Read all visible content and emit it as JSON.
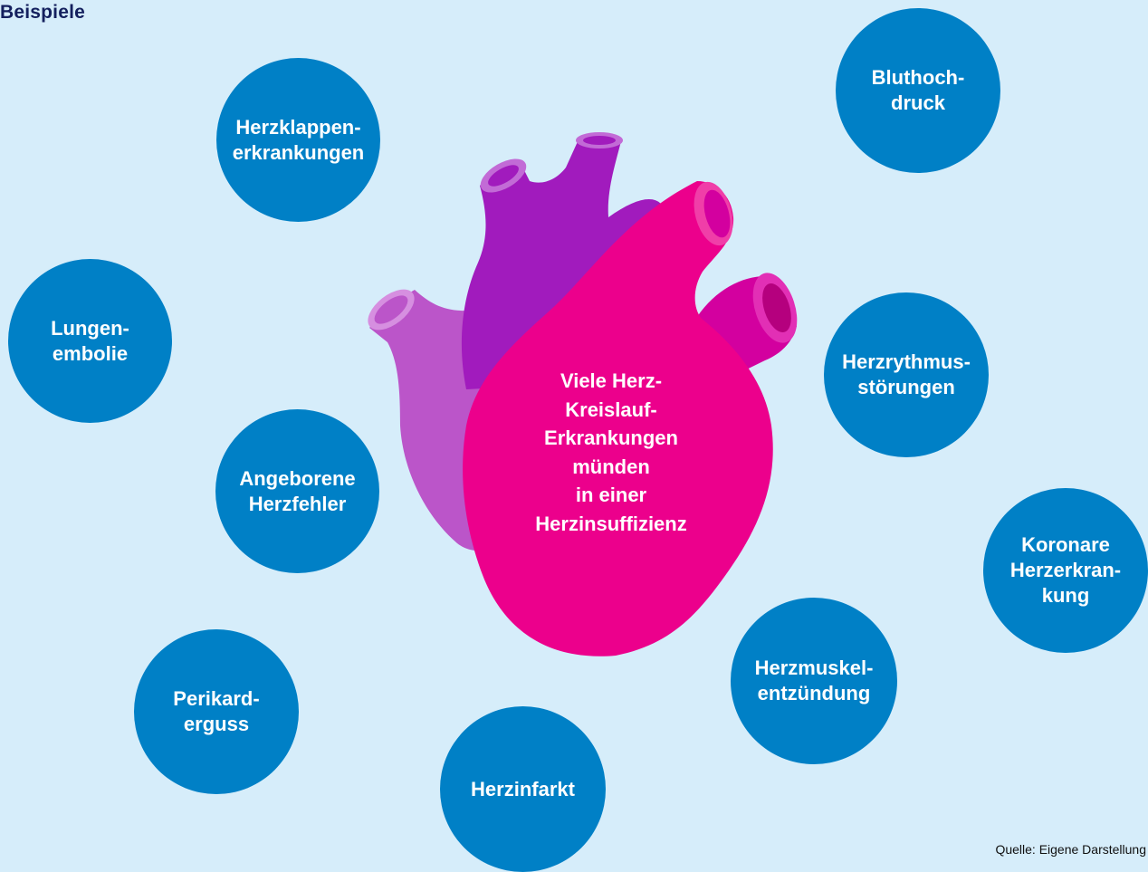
{
  "header": {
    "title": "Beispiele"
  },
  "center": {
    "text": "Viele Herz-\nKreislauf-\nErkrankungen\nmünden\nin einer\nHerzinsuffizienz"
  },
  "circles": {
    "herzklappen": "Herzklappen-\nerkrankungen",
    "bluthochdruck": "Bluthoch-\ndruck",
    "lungenembolie": "Lungen-\nembolie",
    "herzrhythmus": "Herzrythmus-\nstörungen",
    "angeborene": "Angeborene\nHerzfehler",
    "koronare": "Koronare\nHerzerkran-\nkung",
    "herzmuskel": "Herzmuskel-\nentzündung",
    "perikard": "Perikard-\nerguss",
    "herzinfarkt": "Herzinfarkt"
  },
  "footer": {
    "source": "Quelle: Eigene Darstellung"
  },
  "colors": {
    "background": "#d6edfa",
    "circle": "#0080c6",
    "heart_main": "#ec008c",
    "heart_purple": "#a11bbd",
    "heart_light": "#bb55c9",
    "header_text": "#14205e"
  }
}
